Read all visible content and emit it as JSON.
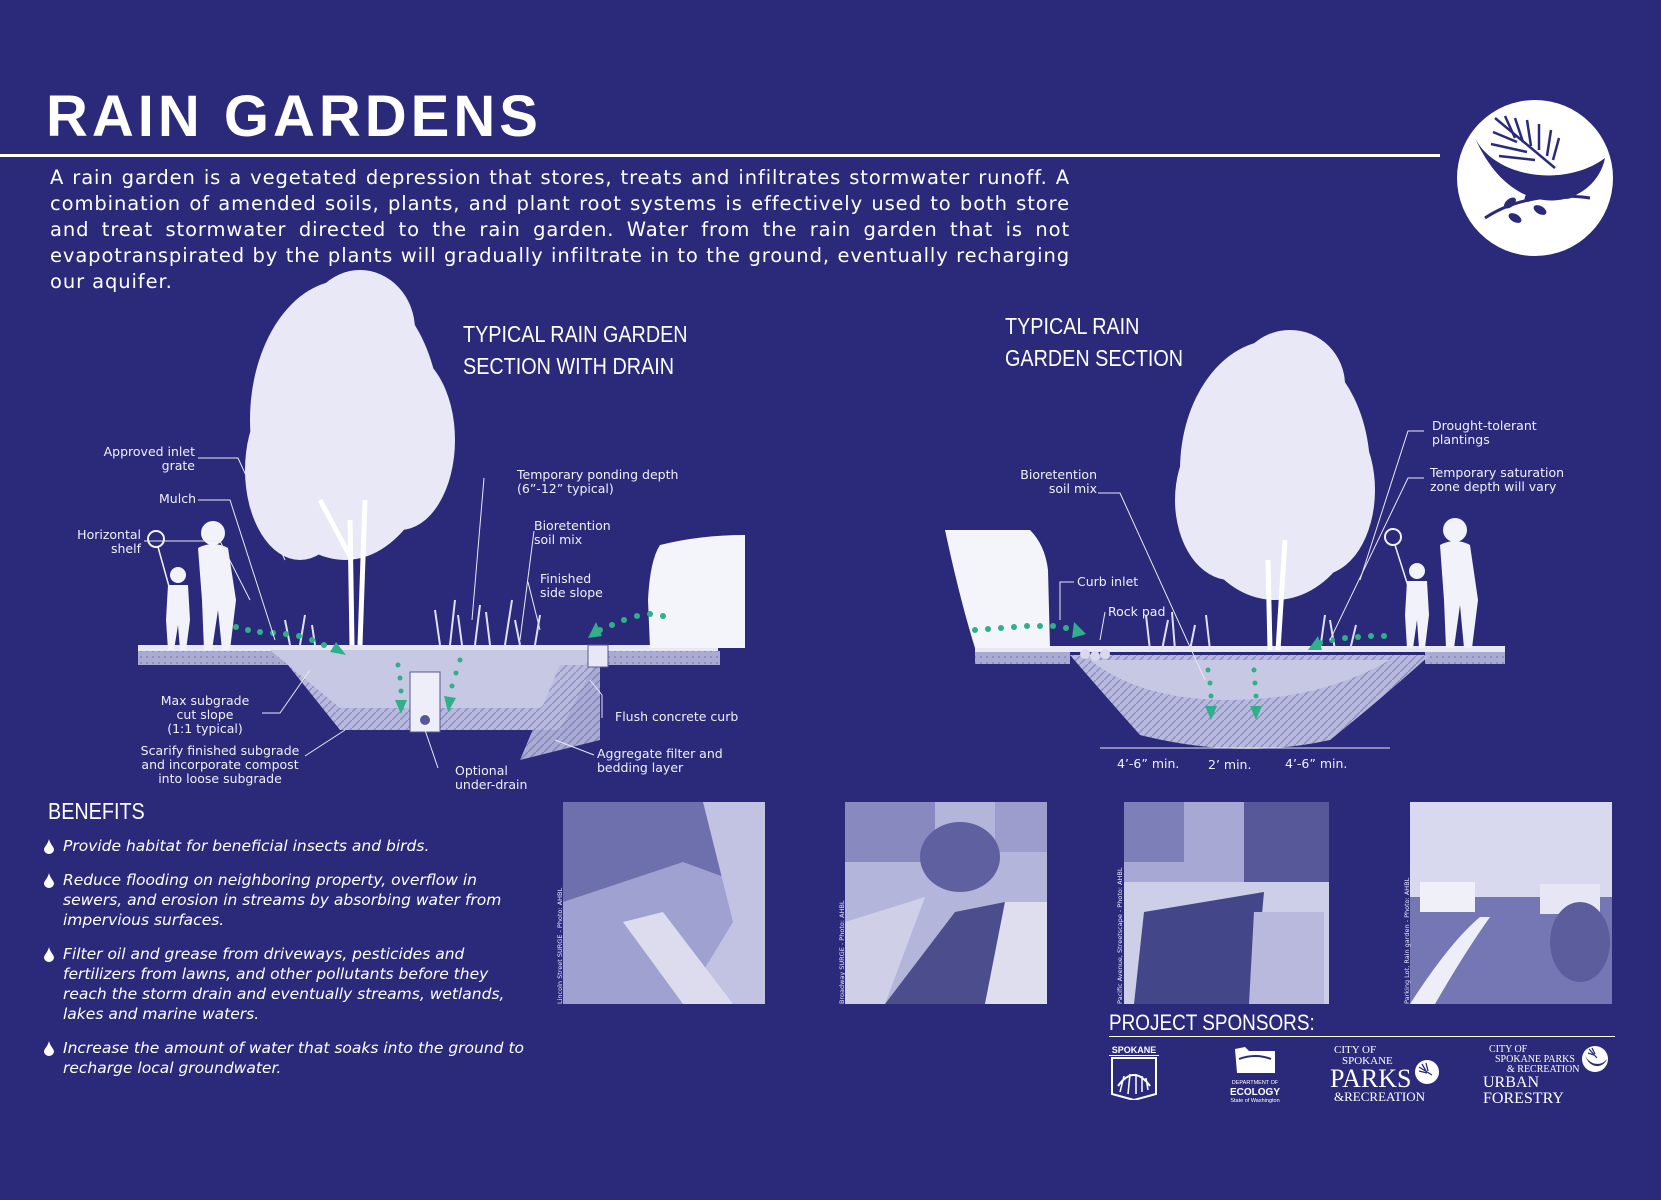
{
  "title": "RAIN GARDENS",
  "intro": "A rain garden is a vegetated depression that stores, treats and infiltrates stormwater runoff. A combination of amended soils, plants, and plant root systems is effectively used to both store and treat stormwater directed to the rain garden. Water from the rain garden that is not evapotranspirated by the plants will gradually infiltrate in to the ground, eventually recharging our aquifer.",
  "left_section": {
    "title_line1": "TYPICAL RAIN GARDEN",
    "title_line2": "SECTION WITH DRAIN",
    "labels": {
      "inlet_grate_1": "Approved inlet",
      "inlet_grate_2": "grate",
      "mulch": "Mulch",
      "shelf_1": "Horizontal",
      "shelf_2": "shelf",
      "ponding_1": "Temporary ponding depth",
      "ponding_2": "(6”-12” typical)",
      "bio_1": "Bioretention",
      "bio_2": "soil mix",
      "slope_1": "Finished",
      "slope_2": "side slope",
      "subgrade_1": "Max subgrade",
      "subgrade_2": "cut slope",
      "subgrade_3": "(1:1 typical)",
      "scarify_1": "Scarify finished subgrade",
      "scarify_2": "and incorporate compost",
      "scarify_3": "into loose subgrade",
      "underdrain_1": "Optional",
      "underdrain_2": "under-drain",
      "curb": "Flush concrete curb",
      "aggregate_1": "Aggregate filter and",
      "aggregate_2": "bedding layer"
    }
  },
  "right_section": {
    "title_line1": "TYPICAL RAIN",
    "title_line2": "GARDEN SECTION",
    "labels": {
      "drought_1": "Drought-tolerant",
      "drought_2": "plantings",
      "saturation_1": "Temporary saturation",
      "saturation_2": "zone depth will vary",
      "bio_1": "Bioretention",
      "bio_2": "soil mix",
      "curb_inlet": "Curb inlet",
      "rock_pad": "Rock pad",
      "dim_left": "4’-6” min.",
      "dim_center": "2’ min.",
      "dim_right": "4’-6” min."
    }
  },
  "benefits": {
    "heading": "BENEFITS",
    "items": [
      "Provide habitat for beneficial insects and birds.",
      "Reduce flooding on neighboring property, overflow in sewers, and erosion in streams by absorbing water from impervious surfaces.",
      "Filter oil and grease from driveways, pesticides and fertilizers from lawns, and other pollutants before they reach the storm drain and eventually streams, wetlands, lakes and marine waters.",
      "Increase the amount of water that soaks into the ground to recharge local groundwater."
    ]
  },
  "photos": [
    {
      "caption": "Lincoln Street SURGE - Photo: AHBL"
    },
    {
      "caption": "Broadway SURGE - Photo: AHBL"
    },
    {
      "caption": "Pacific Avenue, Streetscape - Photo: AHBL"
    },
    {
      "caption": "Parking Lot, Rain garden - Photo: AHBL"
    }
  ],
  "sponsors": {
    "heading": "PROJECT SPONSORS:",
    "spokane": "SPOKANE",
    "ecology_1": "DEPARTMENT OF",
    "ecology_2": "ECOLOGY",
    "ecology_3": "State of Washington",
    "parks_1": "CITY OF",
    "parks_2": "SPOKANE",
    "parks_3": "PARKS",
    "parks_4": "&RECREATION",
    "forestry_1": "CITY OF",
    "forestry_2": "SPOKANE PARKS",
    "forestry_3": "& RECREATION",
    "forestry_4": "URBAN FORESTRY"
  },
  "colors": {
    "background": "#2b2a7a",
    "water_arrow": "#2fb08a",
    "soil": "#a9abd2"
  }
}
